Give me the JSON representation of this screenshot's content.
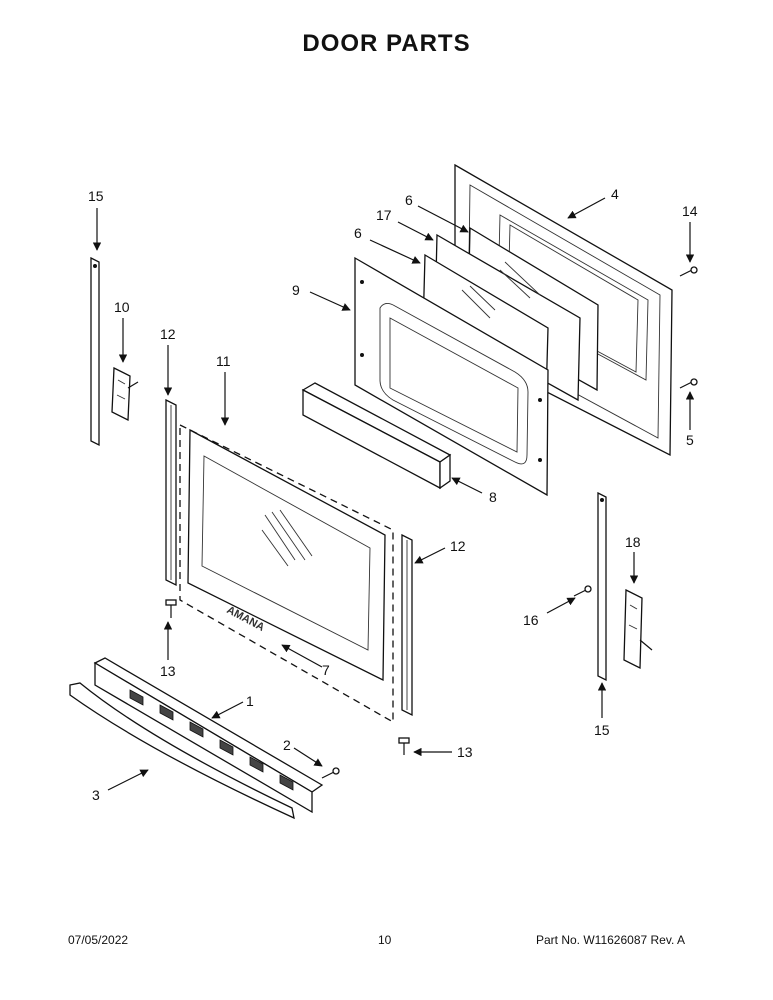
{
  "title": "DOOR PARTS",
  "footer": {
    "date": "07/05/2022",
    "page": "10",
    "part_no": "Part No.  W11626087  Rev.  A"
  },
  "callouts": {
    "c1": "1",
    "c2": "2",
    "c3": "3",
    "c4": "4",
    "c5": "5",
    "c6a": "6",
    "c6b": "6",
    "c7": "7",
    "c8": "8",
    "c9": "9",
    "c10": "10",
    "c11": "11",
    "c12a": "12",
    "c12b": "12",
    "c13a": "13",
    "c13b": "13",
    "c14": "14",
    "c15a": "15",
    "c15b": "15",
    "c16": "16",
    "c17": "17",
    "c18": "18"
  },
  "logo_text": "AMANA"
}
